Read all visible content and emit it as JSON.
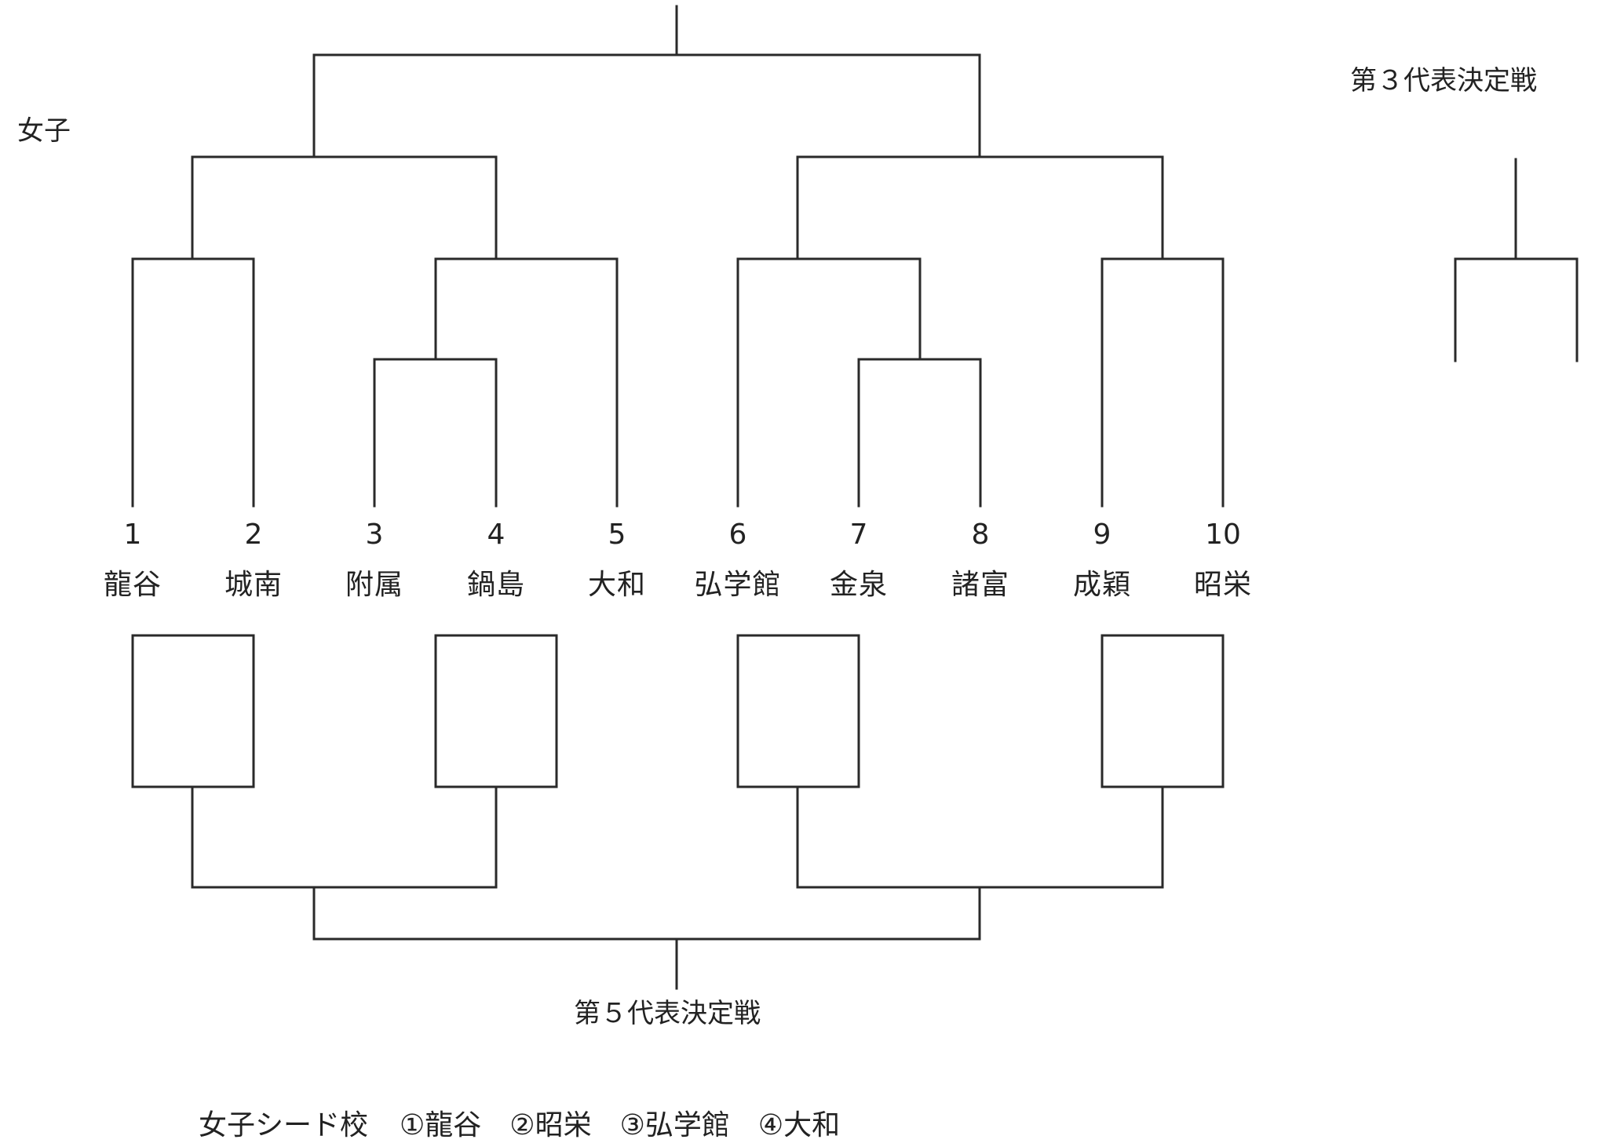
{
  "section_label": "女子",
  "third_rep_label": "第３代表決定戦",
  "fifth_rep_label": "第５代表決定戦",
  "teams": [
    {
      "no": "1",
      "name": "龍谷"
    },
    {
      "no": "2",
      "name": "城南"
    },
    {
      "no": "3",
      "name": "附属"
    },
    {
      "no": "4",
      "name": "鍋島"
    },
    {
      "no": "5",
      "name": "大和"
    },
    {
      "no": "6",
      "name": "弘学館"
    },
    {
      "no": "7",
      "name": "金泉"
    },
    {
      "no": "8",
      "name": "諸富"
    },
    {
      "no": "9",
      "name": "成穎"
    },
    {
      "no": "10",
      "name": "昭栄"
    }
  ],
  "seeds": {
    "label": "女子シード校",
    "items": [
      "①龍谷",
      "②昭栄",
      "③弘学館",
      "④大和"
    ]
  }
}
